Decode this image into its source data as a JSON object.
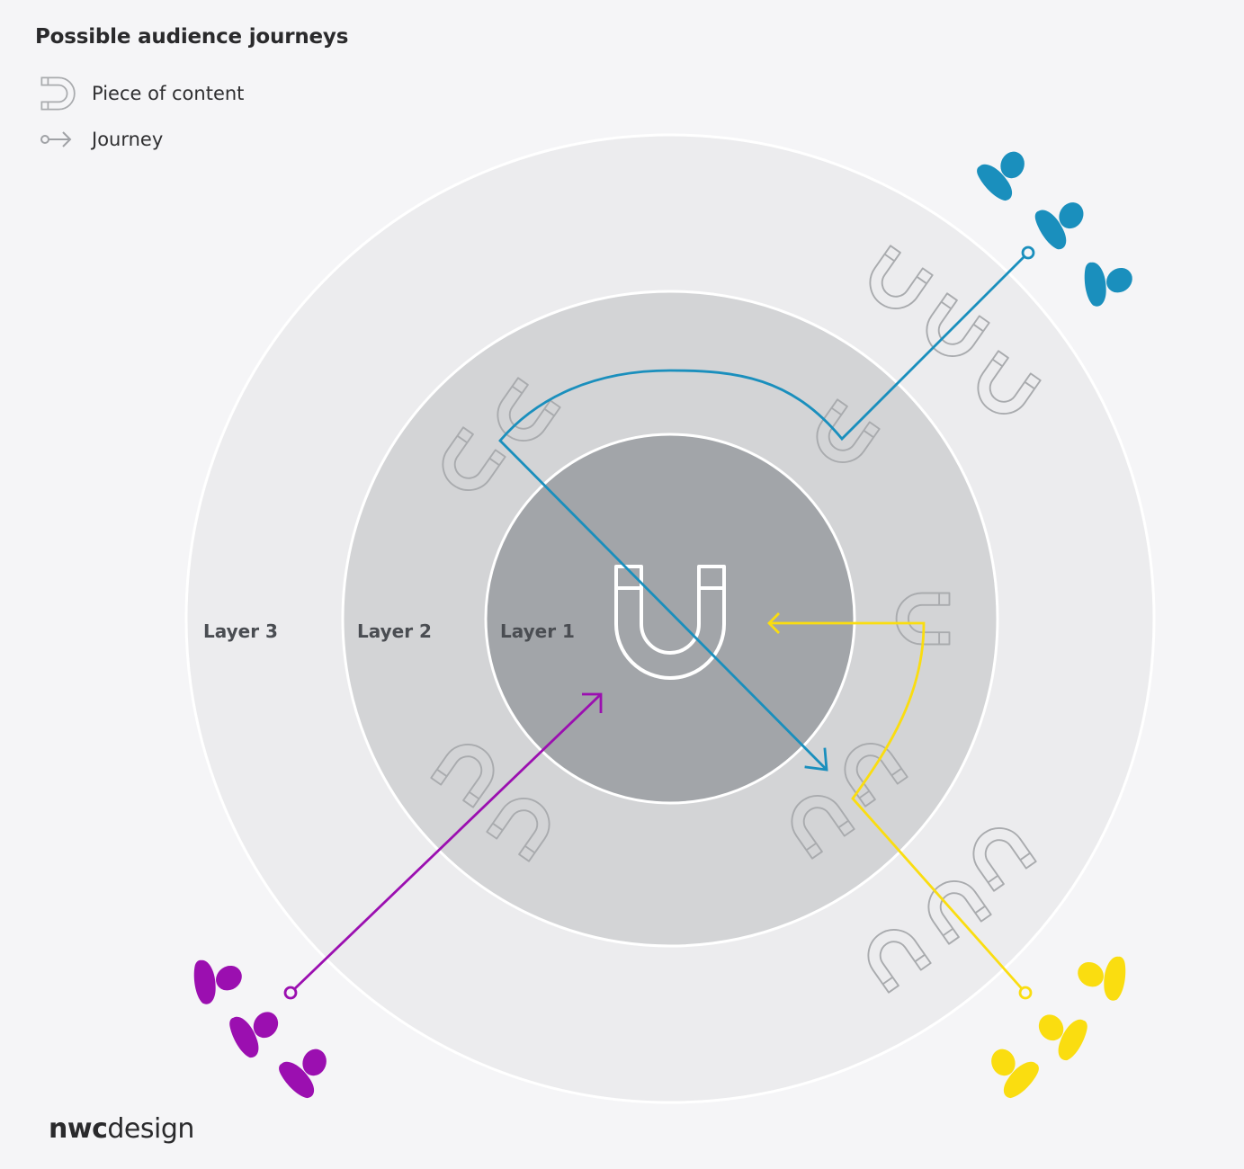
{
  "title": "Possible audience journeys",
  "legend": {
    "items": [
      {
        "icon": "magnet-icon",
        "label": "Piece of content"
      },
      {
        "icon": "journey-arrow-icon",
        "label": "Journey"
      }
    ]
  },
  "layers": [
    {
      "label": "Layer 3",
      "color": "#ececee"
    },
    {
      "label": "Layer 2",
      "color": "#d3d4d6"
    },
    {
      "label": "Layer 1",
      "color": "#a2a5a9"
    }
  ],
  "journeys": [
    {
      "name": "blue",
      "color": "#1a8fbd",
      "audience_count": 3
    },
    {
      "name": "purple",
      "color": "#9b0fb0",
      "audience_count": 3
    },
    {
      "name": "yellow",
      "color": "#fadd10",
      "audience_count": 3
    }
  ],
  "brand": {
    "bold": "nwc",
    "regular": "design"
  }
}
